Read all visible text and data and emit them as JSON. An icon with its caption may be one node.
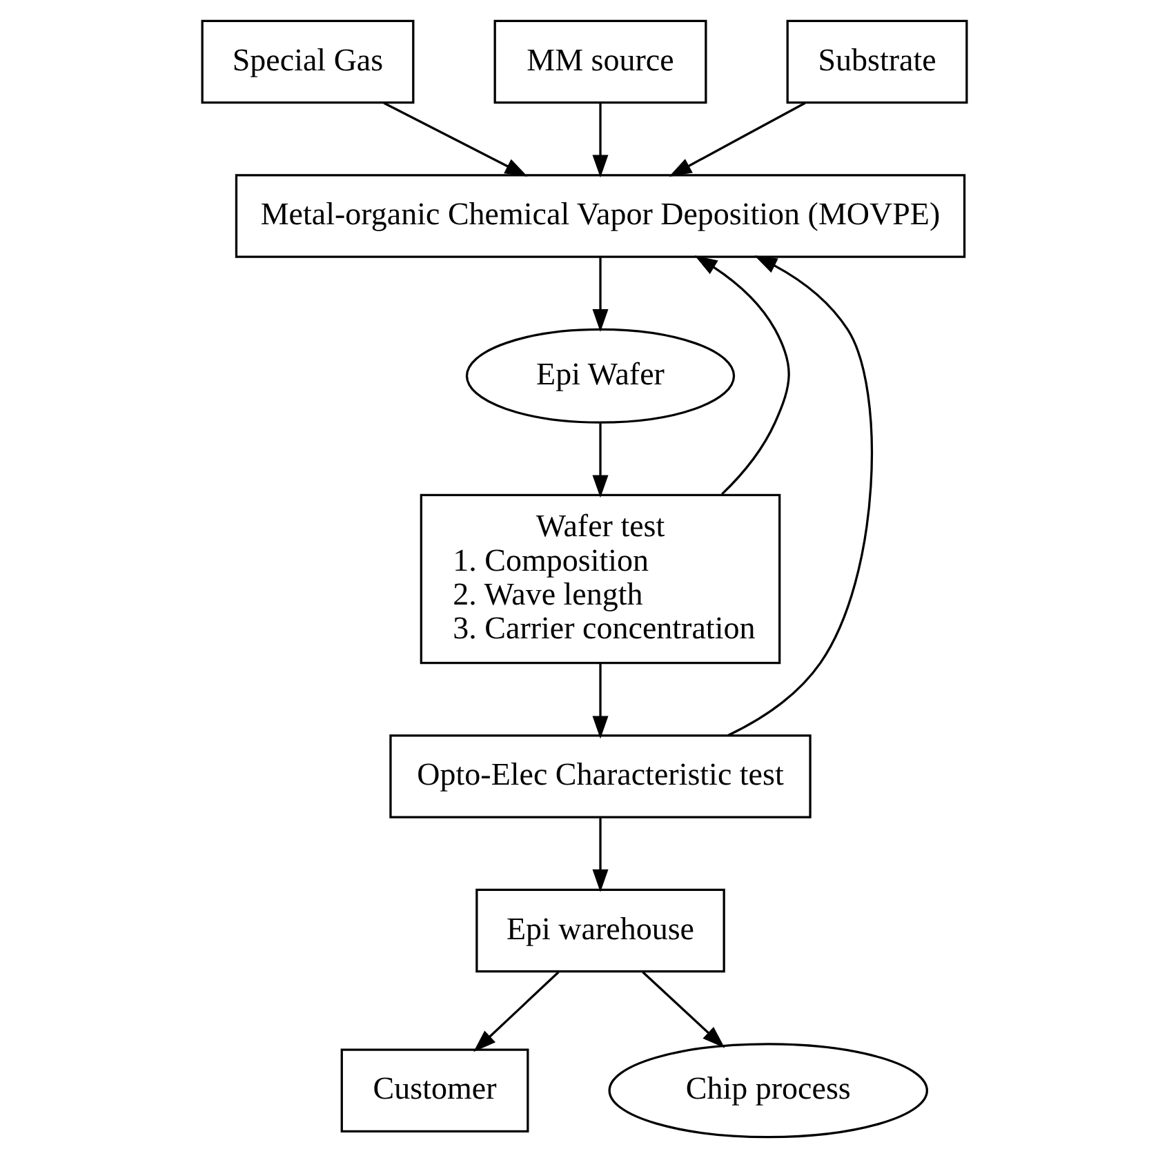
{
  "diagram": {
    "nodes": [
      {
        "text": [
          "Special Gas"
        ]
      },
      {
        "text": [
          "MM source"
        ]
      },
      {
        "text": [
          "Substrate"
        ]
      },
      {
        "text": [
          "Metal-organic Chemical Vapor Deposition (MOVPE)"
        ]
      },
      {
        "text": [
          "Epi Wafer"
        ]
      },
      {
        "text": [
          "Wafer test",
          "1. Composition",
          "2. Wave length",
          "3. Carrier concentration"
        ]
      },
      {
        "text": [
          "Opto-Elec Characteristic test"
        ]
      },
      {
        "text": [
          "Epi warehouse"
        ]
      },
      {
        "text": [
          "Customer"
        ]
      },
      {
        "text": [
          "Chip process"
        ]
      }
    ],
    "edges": [
      {
        "from": 0,
        "to": 3,
        "arrow": "to"
      },
      {
        "from": 1,
        "to": 3,
        "arrow": "to"
      },
      {
        "from": 2,
        "to": 3,
        "arrow": "to"
      },
      {
        "from": 3,
        "to": 4,
        "arrow": "to"
      },
      {
        "from": 4,
        "to": 5,
        "arrow": "to"
      },
      {
        "from": 5,
        "to": 6,
        "arrow": "to"
      },
      {
        "from": 5,
        "to": 3,
        "arrow": "to"
      },
      {
        "from": 6,
        "to": 7,
        "arrow": "to"
      },
      {
        "from": 6,
        "to": 3,
        "arrow": "to"
      },
      {
        "from": 7,
        "to": 8,
        "arrow": "to"
      },
      {
        "from": 7,
        "to": 9,
        "arrow": "to"
      }
    ]
  }
}
